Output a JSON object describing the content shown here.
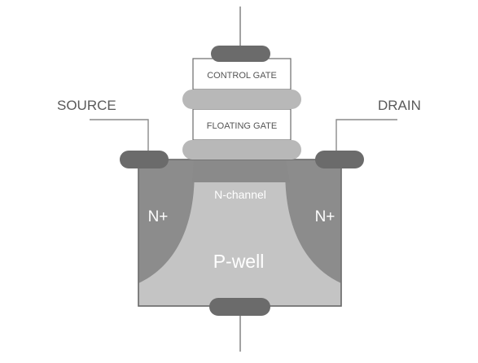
{
  "labels": {
    "source": "SOURCE",
    "drain": "DRAIN",
    "control_gate": "CONTROL GATE",
    "floating_gate": "FLOATING GATE",
    "n_channel": "N-channel",
    "n_plus_left": "N+",
    "n_plus_right": "N+",
    "p_well": "P-well"
  },
  "colors": {
    "background": "#ffffff",
    "terminal": "#6b6b6b",
    "oxide": "#b8b8b8",
    "n_plus": "#8c8c8c",
    "channel": "#8a8a8a",
    "p_well": "#c4c4c4",
    "outline": "#6a6a6a",
    "lead_line": "#8a8a8a"
  }
}
